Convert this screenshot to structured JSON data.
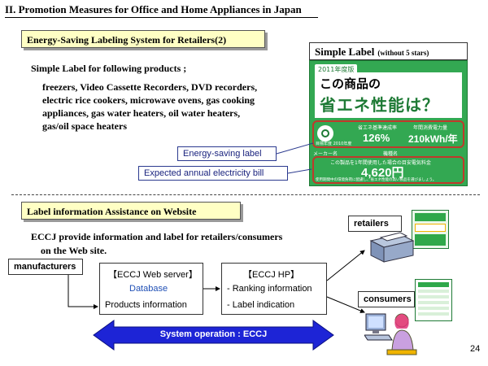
{
  "title": "II. Promotion Measures for Office and Home Appliances in Japan",
  "section1": {
    "heading": "Energy-Saving Labeling System for Retailers(2)",
    "intro": "Simple Label for following products ;",
    "products": [
      "freezers, Video Cassette Recorders, DVD  recorders,",
      "electric rice cookers, microwave ovens, gas cooking",
      "appliances, gas water heaters, oil water heaters,",
      "gas/oil space heaters"
    ]
  },
  "simple_label": {
    "title": "Simple Label",
    "subtitle": "(without 5 stars)",
    "year_tag": "2011年度版",
    "line1": "この商品の",
    "line2": "省エネ性能は？",
    "rate_label": "省エネ基準達成率",
    "rate_value": "126%",
    "annual_label": "年間消費電力量",
    "annual_value": "210kWh/年",
    "year_target": "目標年度 2010年度",
    "maker_label": "メーカー名",
    "model_label": "機種名",
    "cost_text": "この製品を1年間使用した場合の目安電気料金",
    "cost_value": "4,620円",
    "footer_text": "使用期間中の環境負荷に配慮し、省エネ性能の高い製品を選びましょう。",
    "callout1": "Energy-saving label",
    "callout2": "Expected annual electricity bill"
  },
  "section2": {
    "heading": "Label information Assistance on Website",
    "line1": "ECCJ provide information and label for retailers/consumers",
    "line2": "on the Web site."
  },
  "flow": {
    "manufacturers": "manufacturers",
    "web_server_title": "【ECCJ Web server】",
    "database": "Database",
    "products_info": "Products information",
    "hp_title": "【ECCJ HP】",
    "ranking": "- Ranking information",
    "label_ind": "- Label indication",
    "retailers": "retailers",
    "consumers": "consumers",
    "system_op": "System operation : ECCJ"
  },
  "page_number": "24"
}
